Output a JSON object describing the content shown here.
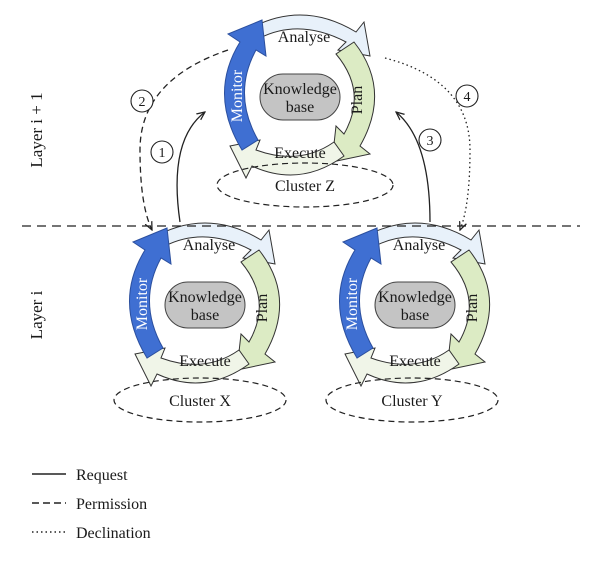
{
  "layers": {
    "upper": "Layer i + 1",
    "lower": "Layer i"
  },
  "mapek": {
    "analyse": "Analyse",
    "plan": "Plan",
    "execute": "Execute",
    "monitor": "Monitor",
    "knowledge_line1": "Knowledge",
    "knowledge_line2": "base"
  },
  "clusters": {
    "z": "Cluster Z",
    "x": "Cluster X",
    "y": "Cluster Y"
  },
  "steps": [
    "1",
    "2",
    "3",
    "4"
  ],
  "legend": {
    "request": "Request",
    "permission": "Permission",
    "declination": "Declination"
  },
  "colors": {
    "monitor": "#3f6fd2",
    "analyse": "#e8f1fa",
    "plan": "#dcebc4",
    "execute": "#f0f5e8",
    "knowledge": "#c4c4c4"
  }
}
